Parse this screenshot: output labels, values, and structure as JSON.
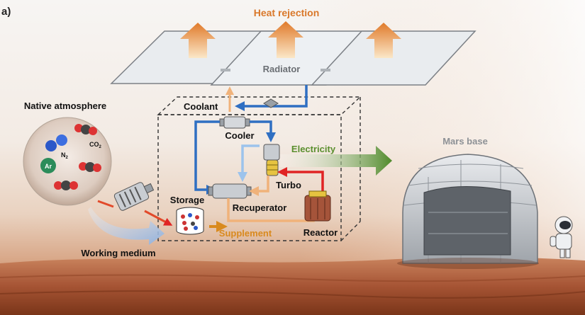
{
  "panel_label": "a)",
  "labels": {
    "heat_rejection": "Heat rejection",
    "radiator": "Radiator",
    "coolant": "Coolant",
    "cooler": "Cooler",
    "electricity": "Electricity",
    "turbo": "Turbo",
    "recuperator": "Recuperator",
    "storage": "Storage",
    "supplement": "Supplement",
    "reactor": "Reactor",
    "native_atmosphere": "Native atmosphere",
    "working_medium": "Working medium",
    "mars_base": "Mars base"
  },
  "molecules": {
    "n2": "N",
    "n2_sub": "2",
    "co2": "CO",
    "co2_sub": "2",
    "ar": "Ar"
  },
  "colors": {
    "heat": "#d9782a",
    "electricity": "#5a8f2e",
    "hot_loop": "#e02424",
    "cold_loop": "#2f6fc2",
    "warm_loop": "#f0b27a",
    "supplement": "#d98a1e"
  }
}
